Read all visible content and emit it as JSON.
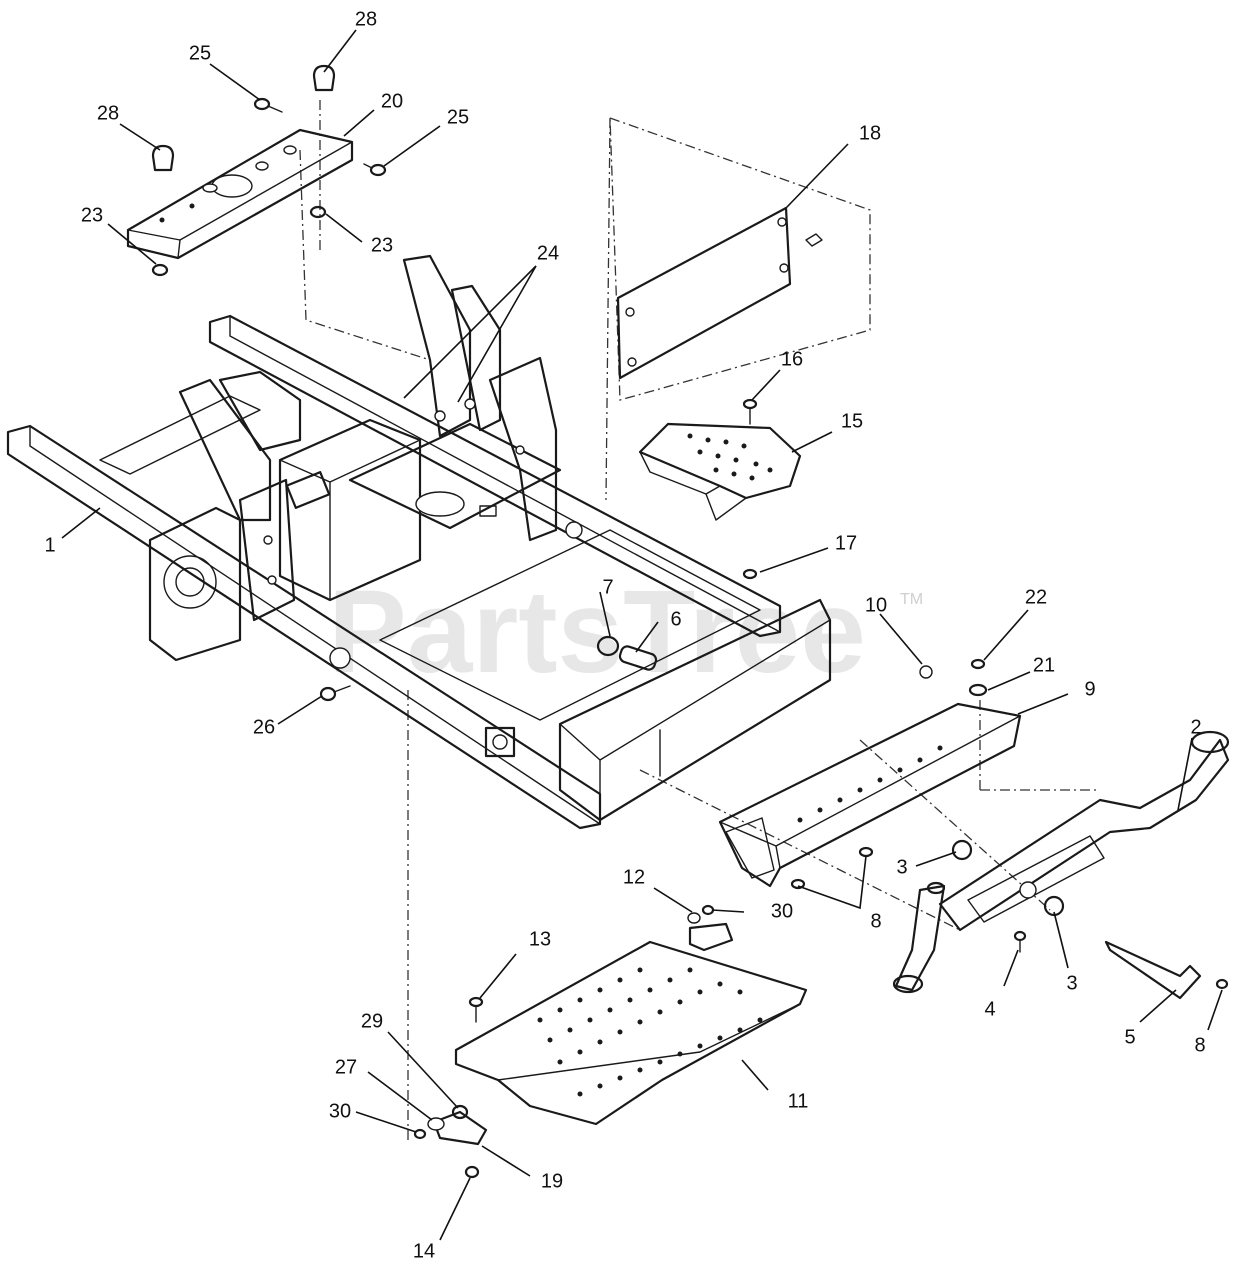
{
  "watermark": {
    "brand": "PartsTree",
    "trademark": "TM"
  },
  "callouts": [
    "1",
    "2",
    "3",
    "3",
    "4",
    "5",
    "6",
    "7",
    "8",
    "8",
    "9",
    "10",
    "11",
    "12",
    "13",
    "14",
    "15",
    "16",
    "17",
    "18",
    "19",
    "20",
    "21",
    "22",
    "23",
    "23",
    "24",
    "25",
    "25",
    "26",
    "27",
    "28",
    "28",
    "29",
    "30",
    "30"
  ]
}
